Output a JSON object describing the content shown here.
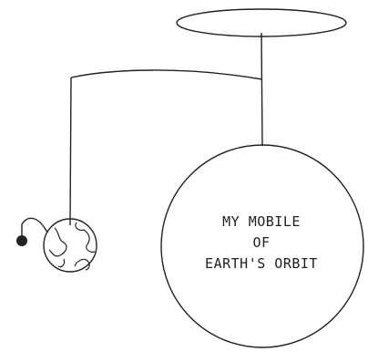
{
  "sun": {
    "label_lines": [
      "MY MOBILE",
      "OF",
      "EARTH'S ORBIT"
    ]
  },
  "colors": {
    "ink": "#222222",
    "background": "#ffffff"
  }
}
